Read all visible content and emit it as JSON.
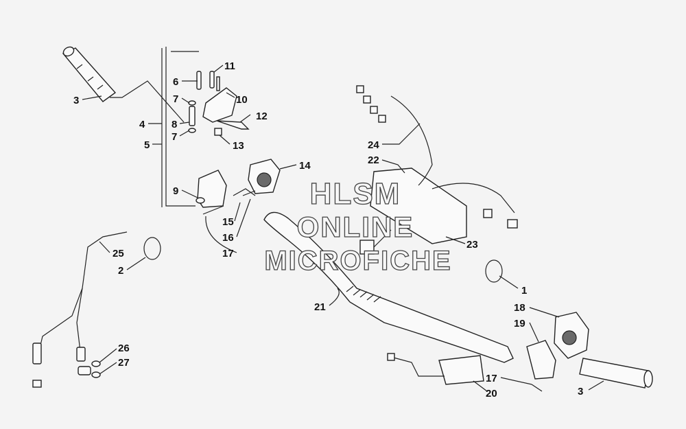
{
  "watermark": [
    "HLSM",
    "ONLINE",
    "MICROFICHE"
  ],
  "callouts": [
    "1",
    "2",
    "3",
    "3",
    "4",
    "5",
    "6",
    "7",
    "7",
    "8",
    "9",
    "10",
    "11",
    "12",
    "13",
    "14",
    "15",
    "16",
    "17",
    "17",
    "18",
    "19",
    "20",
    "21",
    "22",
    "23",
    "24",
    "25",
    "26",
    "27"
  ]
}
